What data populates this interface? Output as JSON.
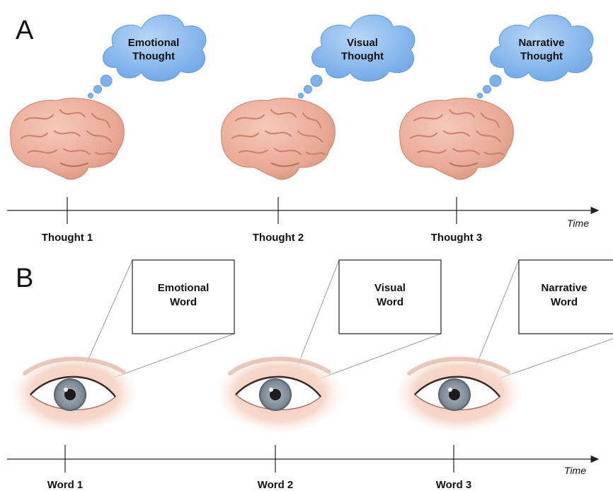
{
  "panel_a": {
    "letter": "A",
    "axis_label": "Time",
    "thoughts": [
      {
        "cloud_line1": "Emotional",
        "cloud_line2": "Thought",
        "tick_label": "Thought 1"
      },
      {
        "cloud_line1": "Visual",
        "cloud_line2": "Thought",
        "tick_label": "Thought 2"
      },
      {
        "cloud_line1": "Narrative",
        "cloud_line2": "Thought",
        "tick_label": "Thought 3"
      }
    ]
  },
  "panel_b": {
    "letter": "B",
    "axis_label": "Time",
    "words": [
      {
        "box_line1": "Emotional",
        "box_line2": "Word",
        "tick_label": "Word 1"
      },
      {
        "box_line1": "Visual",
        "box_line2": "Word",
        "tick_label": "Word 2"
      },
      {
        "box_line1": "Narrative",
        "box_line2": "Word",
        "tick_label": "Word 3"
      }
    ]
  },
  "colors": {
    "cloud_fill": "#8cbdf0",
    "cloud_stroke": "#5f98d8",
    "brain_fill": "#eeb3a1",
    "brain_fold": "#c9806d",
    "iris": "#8e9ba6",
    "axis": "#222222"
  },
  "icons": [
    "brain-icon",
    "thought-cloud-icon",
    "eye-icon"
  ]
}
